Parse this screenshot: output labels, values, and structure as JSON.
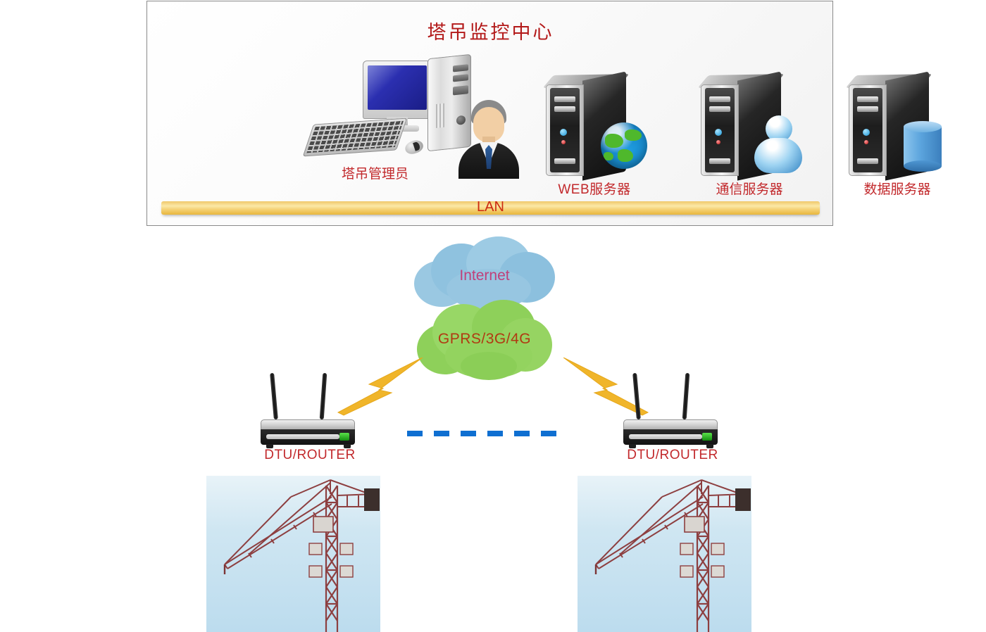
{
  "diagram": {
    "title": "塔吊监控中心",
    "title_color": "#b31919",
    "background": "#ffffff"
  },
  "center": {
    "title": "塔吊监控中心",
    "lan_label": "LAN",
    "lan_color": "#cc2a12",
    "nodes": [
      {
        "id": "workstation",
        "label": "塔吊管理员",
        "icon": "desktop-computer-icon"
      },
      {
        "id": "server-web",
        "label": "WEB服务器",
        "icon": "globe-icon"
      },
      {
        "id": "server-comm",
        "label": "通信服务器",
        "icon": "user-icon"
      },
      {
        "id": "server-data",
        "label": "数据服务器",
        "icon": "database-icon"
      }
    ]
  },
  "network": {
    "clouds": [
      {
        "id": "internet",
        "label": "Internet",
        "color": "#8fc4e0",
        "text_color": "#c0407a"
      },
      {
        "id": "gprs",
        "label": "GPRS/3G/4G",
        "color": "#8ed05a",
        "text_color": "#b03a12"
      }
    ],
    "link_color": "#0f6fd1",
    "bolt_color": "#f0b52a"
  },
  "sites": [
    {
      "id": "site-left",
      "router_label": "DTU/ROUTER",
      "equipment": "tower-crane"
    },
    {
      "id": "site-right",
      "router_label": "DTU/ROUTER",
      "equipment": "tower-crane"
    }
  ]
}
